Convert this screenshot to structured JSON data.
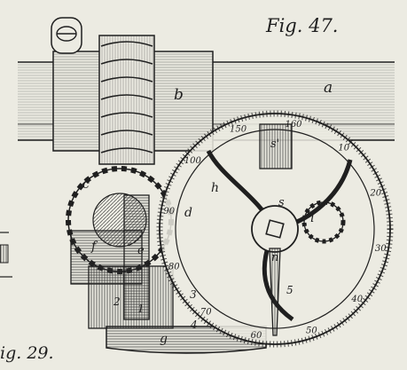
{
  "figure": {
    "title": "Fig. 47.",
    "caption_partial": "ig. 29."
  },
  "part_labels": {
    "a": "a",
    "b": "b",
    "c": "c",
    "d": "d",
    "e": "e",
    "f": "f",
    "g": "g",
    "h": "h",
    "i": "i",
    "n": "n",
    "s1": "s'",
    "s": "s",
    "n1": "1",
    "n2": "2",
    "n3": "3",
    "n4": "4",
    "n5": "5"
  },
  "dial": {
    "numbers": [
      "150",
      "160",
      "10",
      "20",
      "30",
      "40",
      "50",
      "60",
      "70",
      "80",
      "90",
      "100"
    ]
  },
  "colors": {
    "paper": "#ecebe2",
    "ink": "#1f1f1f",
    "hatch": "#3a3a3a"
  }
}
